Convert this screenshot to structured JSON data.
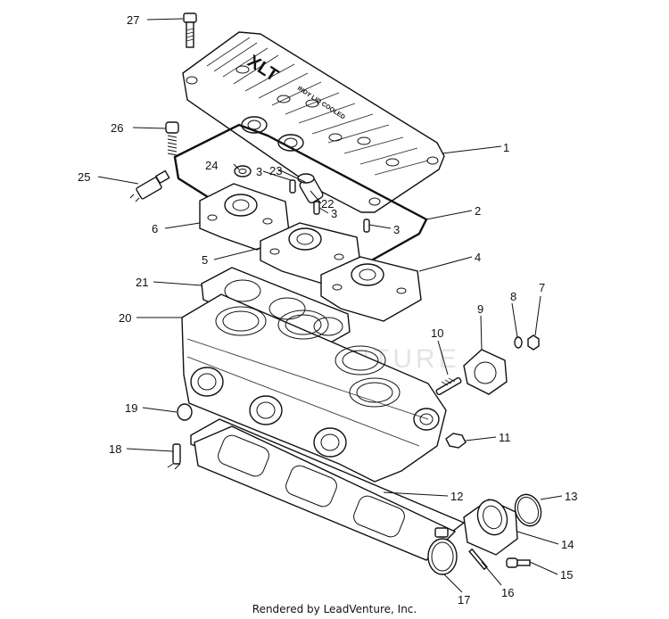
{
  "diagram": {
    "callouts": [
      {
        "id": "c27",
        "label": "27"
      },
      {
        "id": "c26",
        "label": "26"
      },
      {
        "id": "c25",
        "label": "25"
      },
      {
        "id": "c24",
        "label": "24"
      },
      {
        "id": "c23",
        "label": "23"
      },
      {
        "id": "c3a",
        "label": "3"
      },
      {
        "id": "c22",
        "label": "22"
      },
      {
        "id": "c3b",
        "label": "3"
      },
      {
        "id": "c3c",
        "label": "3"
      },
      {
        "id": "c1",
        "label": "1"
      },
      {
        "id": "c2",
        "label": "2"
      },
      {
        "id": "c6",
        "label": "6"
      },
      {
        "id": "c5",
        "label": "5"
      },
      {
        "id": "c4",
        "label": "4"
      },
      {
        "id": "c21",
        "label": "21"
      },
      {
        "id": "c20",
        "label": "20"
      },
      {
        "id": "c9",
        "label": "9"
      },
      {
        "id": "c8",
        "label": "8"
      },
      {
        "id": "c7",
        "label": "7"
      },
      {
        "id": "c10",
        "label": "10"
      },
      {
        "id": "c19",
        "label": "19"
      },
      {
        "id": "c11",
        "label": "11"
      },
      {
        "id": "c18",
        "label": "18"
      },
      {
        "id": "c12",
        "label": "12"
      },
      {
        "id": "c13",
        "label": "13"
      },
      {
        "id": "c14",
        "label": "14"
      },
      {
        "id": "c15",
        "label": "15"
      },
      {
        "id": "c16",
        "label": "16"
      },
      {
        "id": "c17",
        "label": "17"
      }
    ],
    "logo": {
      "model": "XLT",
      "small": "INDY LIQ COOLED"
    },
    "watermark": "LEADVENTURE"
  },
  "footer": {
    "text": "Rendered by LeadVenture, Inc."
  }
}
